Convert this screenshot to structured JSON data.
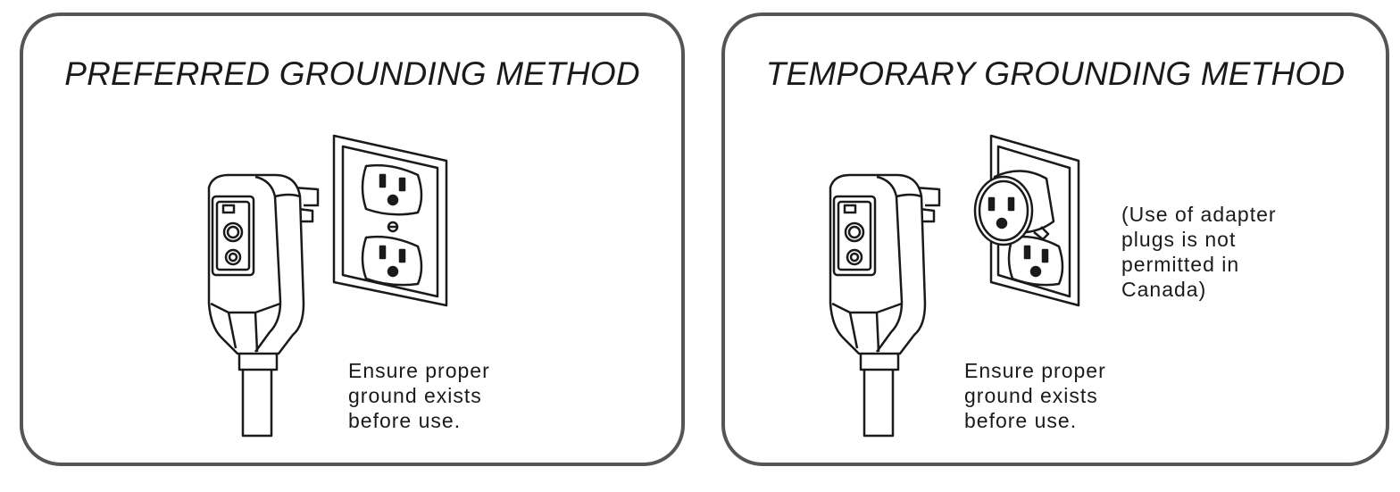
{
  "left_panel": {
    "title": "PREFERRED GROUNDING METHOD",
    "caption": [
      "Ensure proper",
      "ground exists",
      "before use."
    ]
  },
  "right_panel": {
    "title": "TEMPORARY GROUNDING METHOD",
    "caption": [
      "Ensure proper",
      "ground exists",
      "before use."
    ],
    "note": [
      "(Use of adapter",
      "plugs is not",
      "permitted in",
      "Canada)"
    ]
  },
  "colors": {
    "border": "#555555",
    "line": "#1a1a1a",
    "background": "#ffffff"
  },
  "icons": [
    "gfci-plug-icon",
    "wall-outlet-icon",
    "adapter-plug-icon"
  ]
}
